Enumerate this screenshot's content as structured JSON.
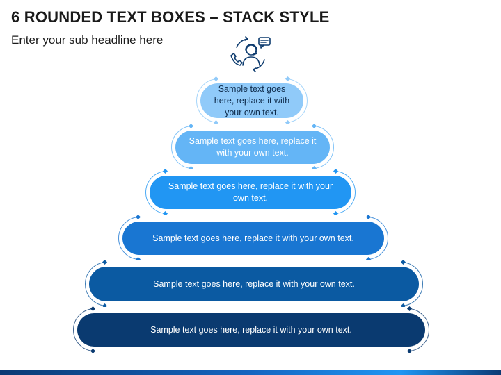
{
  "header": {
    "title": "6 ROUNDED TEXT BOXES – STACK STYLE",
    "subtitle": "Enter your sub headline here"
  },
  "icon": {
    "name": "customer-support-agent-icon",
    "color": "#0d3b6e"
  },
  "boxes": [
    {
      "text": "Sample text goes here, replace it with your own text.",
      "fill": "#90caf9",
      "text_color": "#0d2a4a",
      "ring": "#90caf9"
    },
    {
      "text": "Sample text goes here, replace it with your own text.",
      "fill": "#64b5f6",
      "text_color": "#ffffff",
      "ring": "#64b5f6"
    },
    {
      "text": "Sample text goes here, replace it with your own text.",
      "fill": "#2196f3",
      "text_color": "#ffffff",
      "ring": "#2196f3"
    },
    {
      "text": "Sample text goes here, replace it with your own text.",
      "fill": "#1976d2",
      "text_color": "#ffffff",
      "ring": "#1976d2"
    },
    {
      "text": "Sample text goes here, replace it with your own text.",
      "fill": "#0b5aa2",
      "text_color": "#ffffff",
      "ring": "#0b5aa2"
    },
    {
      "text": "Sample text goes here, replace it with your own text.",
      "fill": "#0a3a70",
      "text_color": "#ffffff",
      "ring": "#0a3a70"
    }
  ]
}
